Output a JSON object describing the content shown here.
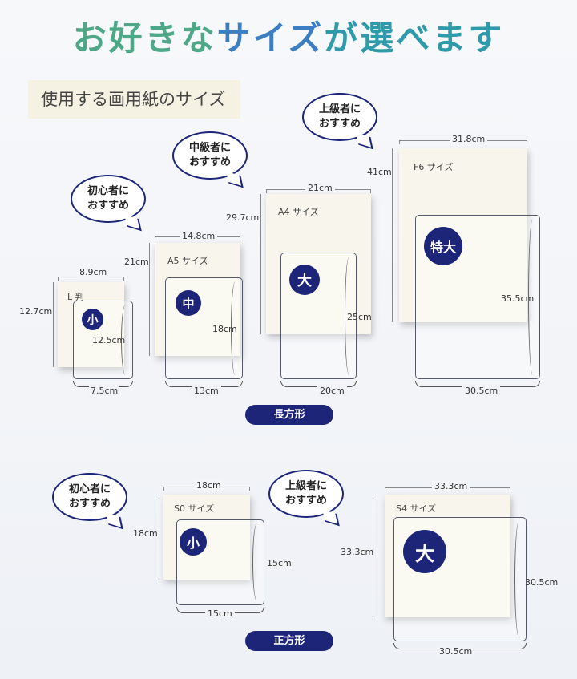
{
  "title": {
    "part1": "お好きな",
    "part2": "サイズ",
    "part3": "が選べます"
  },
  "subtitle": "使用する画用紙のサイズ",
  "bubbles": {
    "beginner": [
      "初心者に",
      "おすすめ"
    ],
    "intermediate": [
      "中級者に",
      "おすすめ"
    ],
    "advanced": [
      "上級者に",
      "おすすめ"
    ]
  },
  "rect": {
    "label": "長方形",
    "l": {
      "name": "L 判",
      "w": "8.9cm",
      "h": "12.7cm",
      "badge": "小",
      "sleeve_h": "12.5cm",
      "sleeve_w": "7.5cm"
    },
    "a5": {
      "name": "A5 サイズ",
      "w": "14.8cm",
      "h": "21cm",
      "badge": "中",
      "sleeve_h": "18cm",
      "sleeve_w": "13cm"
    },
    "a4": {
      "name": "A4 サイズ",
      "w": "21cm",
      "h": "29.7cm",
      "badge": "大",
      "sleeve_h": "25cm",
      "sleeve_w": "20cm"
    },
    "f6": {
      "name": "F6 サイズ",
      "w": "31.8cm",
      "h": "41cm",
      "badge": "特大",
      "sleeve_h": "35.5cm",
      "sleeve_w": "30.5cm"
    }
  },
  "square": {
    "label": "正方形",
    "s0": {
      "name": "S0 サイズ",
      "w": "18cm",
      "h": "18cm",
      "badge": "小",
      "sleeve_h": "15cm",
      "sleeve_w": "15cm"
    },
    "s4": {
      "name": "S4 サイズ",
      "w": "33.3cm",
      "h": "33.3cm",
      "badge": "大",
      "sleeve_h": "30.5cm",
      "sleeve_w": "30.5cm"
    }
  },
  "colors": {
    "navy": "#1d2579",
    "green": "#4ea887",
    "blue": "#3b7fc2",
    "teal": "#2f9aa9"
  }
}
